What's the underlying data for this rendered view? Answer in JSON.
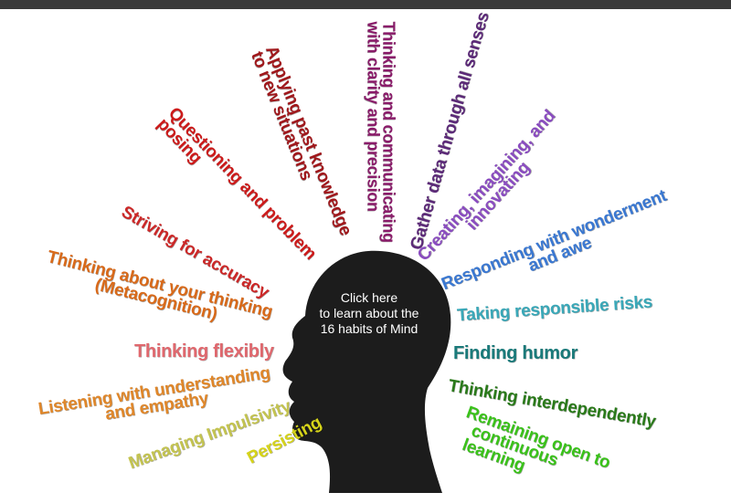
{
  "head": {
    "line1": "Click here",
    "line2": "to learn about the",
    "line3": "16 habits of Mind",
    "color": "#1c1c1c"
  },
  "habits": [
    {
      "id": "persisting",
      "lines": [
        "Persisting"
      ],
      "color": "#d6d41a"
    },
    {
      "id": "managing-impulsivity",
      "lines": [
        "Managing Impulsivity"
      ],
      "color": "#c4c450"
    },
    {
      "id": "listening",
      "lines": [
        "Listening with understanding",
        "and empathy"
      ],
      "color": "#e0872a"
    },
    {
      "id": "thinking-flexibly",
      "lines": [
        "Thinking flexibly"
      ],
      "color": "#e0686e"
    },
    {
      "id": "metacognition",
      "lines": [
        "Thinking about your thinking",
        "(Metacognition)"
      ],
      "color": "#d96a1a"
    },
    {
      "id": "accuracy",
      "lines": [
        "Striving for accuracy"
      ],
      "color": "#cc2828"
    },
    {
      "id": "questioning",
      "lines": [
        "Questioning and problem",
        "posing"
      ],
      "color": "#cc1a1a"
    },
    {
      "id": "applying-past",
      "lines": [
        "Applying past knowledge",
        "to new situations"
      ],
      "color": "#a0181c"
    },
    {
      "id": "communicating",
      "lines": [
        "Thinking and communicating",
        "with clarity and precision"
      ],
      "color": "#8a1c6a"
    },
    {
      "id": "gather-data",
      "lines": [
        "Gather data through all senses"
      ],
      "color": "#5c2a78"
    },
    {
      "id": "creating",
      "lines": [
        "Creating, imagining, and",
        "innovating"
      ],
      "color": "#8a4cc0"
    },
    {
      "id": "wonderment",
      "lines": [
        "Responding with wonderment",
        "and awe"
      ],
      "color": "#3a78d2"
    },
    {
      "id": "risks",
      "lines": [
        "Taking responsible risks"
      ],
      "color": "#3aa8b8"
    },
    {
      "id": "humor",
      "lines": [
        "Finding humor"
      ],
      "color": "#1a7a7a"
    },
    {
      "id": "interdependently",
      "lines": [
        "Thinking interdependently"
      ],
      "color": "#2a7a1a"
    },
    {
      "id": "open-learning",
      "lines": [
        "Remaining open to",
        "continuous",
        "learning"
      ],
      "color": "#3ac21a"
    }
  ]
}
